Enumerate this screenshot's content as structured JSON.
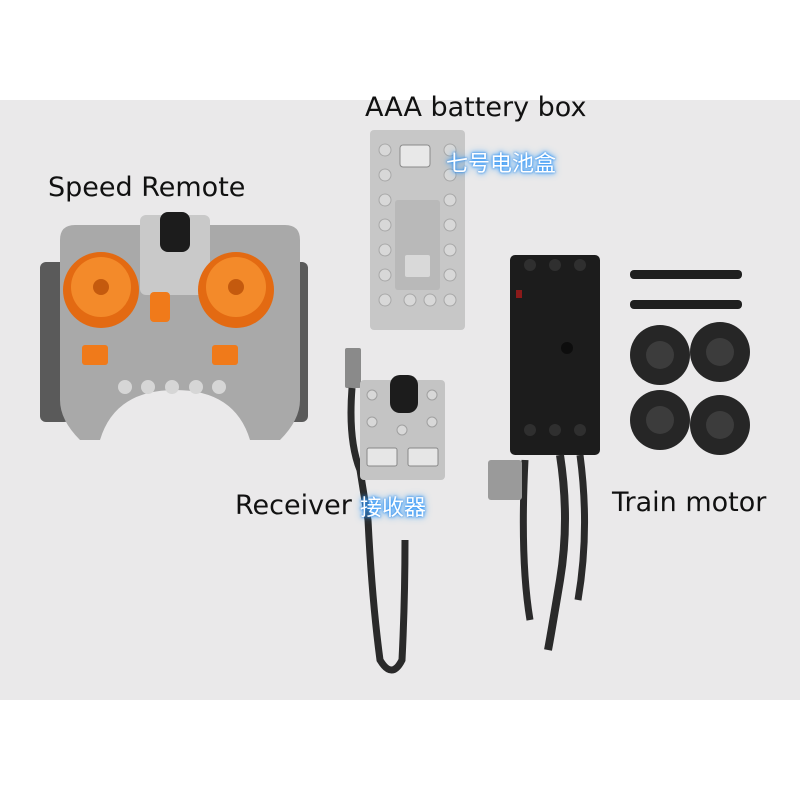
{
  "photo": {
    "background_color": "#eae9ea",
    "labels": {
      "battery_box": "AAA battery box",
      "battery_box_cn": "七号电池盒",
      "speed_remote": "Speed Remote",
      "receiver": "Receiver",
      "receiver_cn": "接收器",
      "train_motor": "Train motor"
    },
    "colors": {
      "remote_body": "#a9a9a9",
      "remote_orange": "#f07a1a",
      "brick_gray": "#c7c7c7",
      "motor_black": "#1c1c1c",
      "cable_black": "#2a2a2a",
      "glow_blue": "#3aa0ff"
    }
  }
}
